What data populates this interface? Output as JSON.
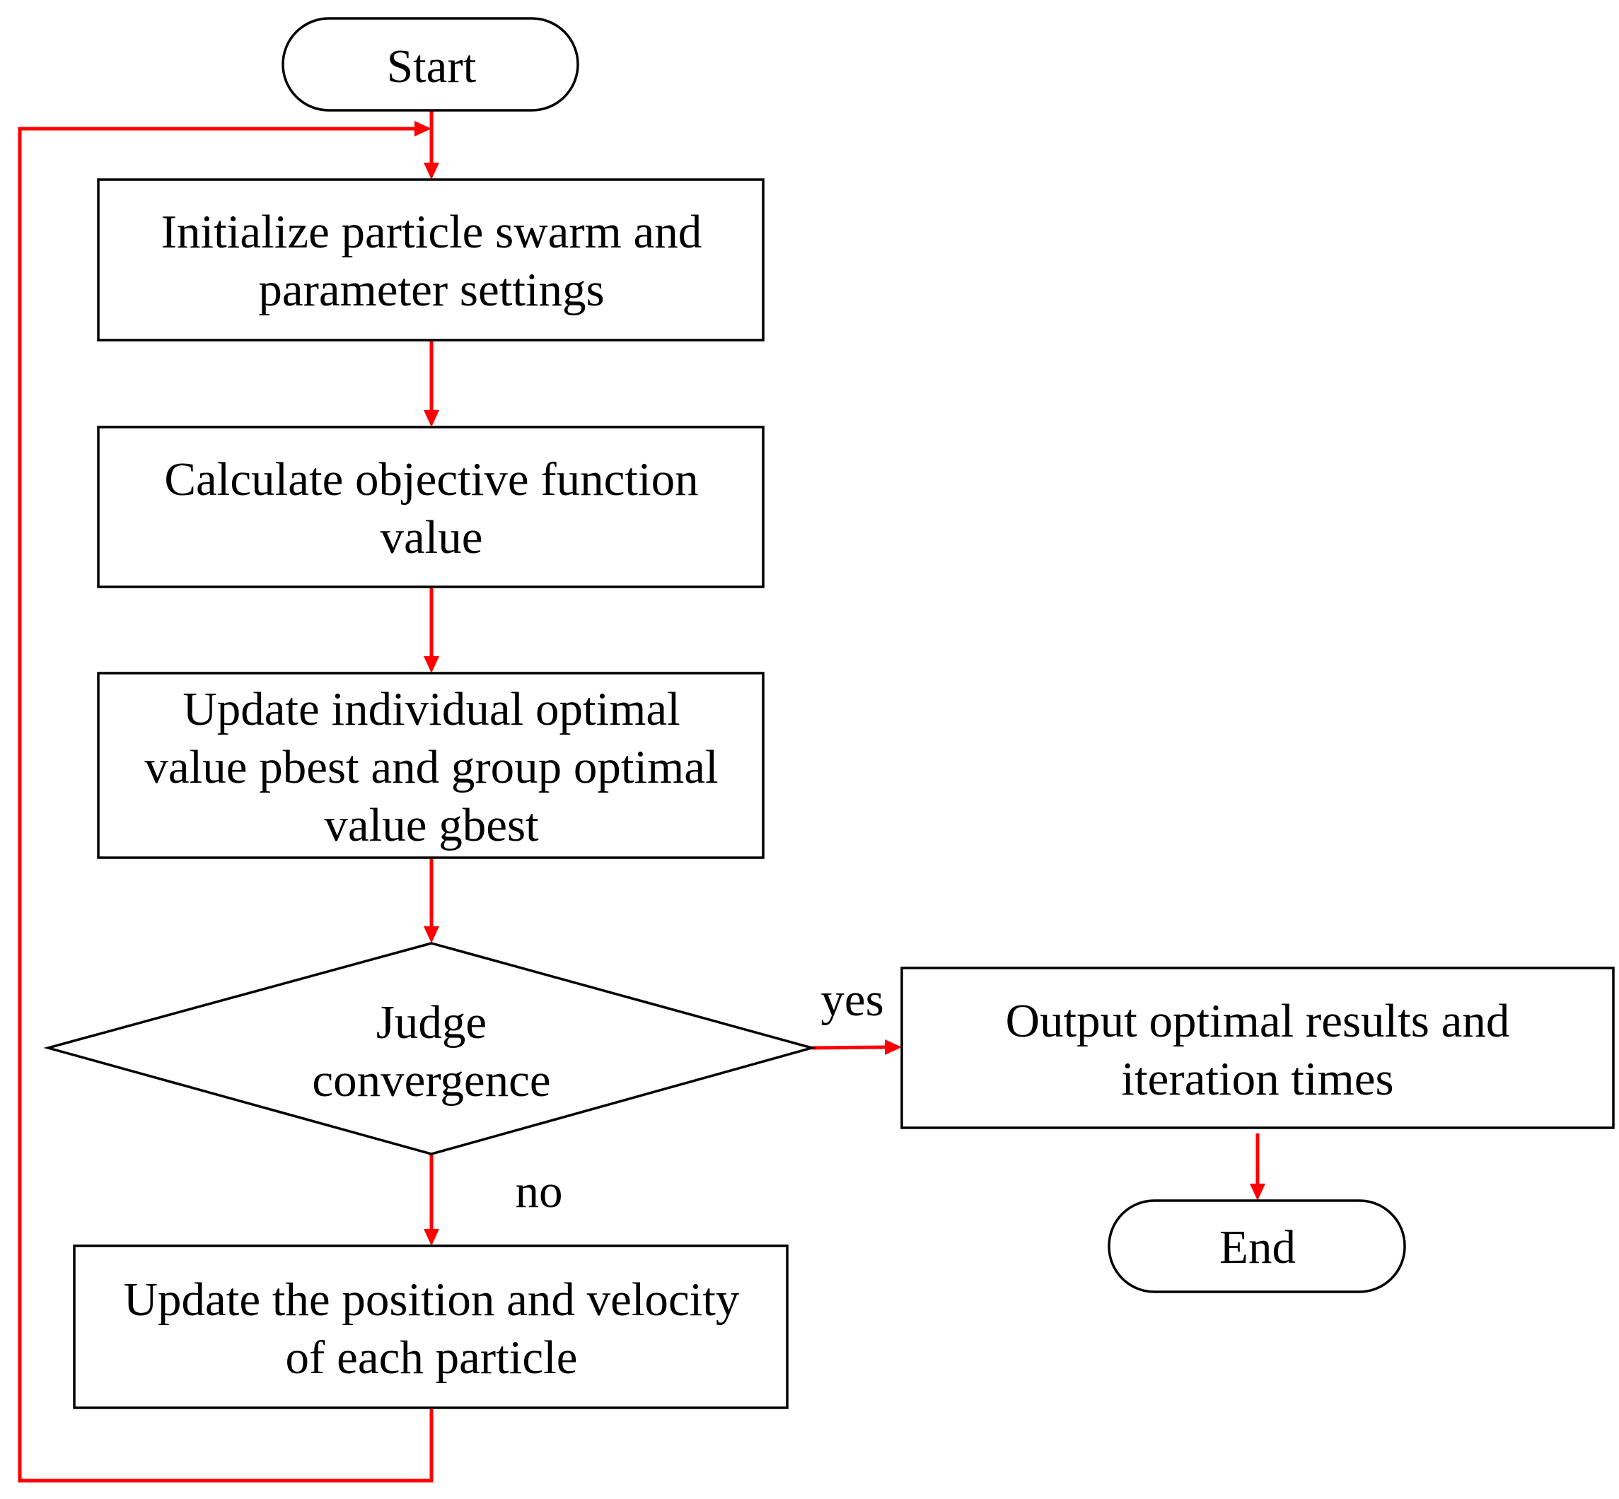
{
  "colors": {
    "arrow": "#ff0000",
    "node_border": "#000000",
    "text": "#000000",
    "background": "#ffffff"
  },
  "nodes": {
    "start": {
      "lines": [
        "Start"
      ]
    },
    "initialize": {
      "lines": [
        "Initialize particle swarm and",
        "parameter settings"
      ]
    },
    "calculate": {
      "lines": [
        "Calculate objective function",
        "value"
      ]
    },
    "update_best": {
      "lines": [
        "Update individual optimal",
        "value pbest and group optimal",
        "value gbest"
      ]
    },
    "judge": {
      "lines": [
        "Judge",
        "convergence"
      ]
    },
    "update_position": {
      "lines": [
        "Update the position and velocity",
        "of each particle"
      ]
    },
    "output": {
      "lines": [
        "Output optimal results and",
        "iteration times"
      ]
    },
    "end": {
      "lines": [
        "End"
      ]
    }
  },
  "edges": {
    "yes_label": "yes",
    "no_label": "no"
  }
}
